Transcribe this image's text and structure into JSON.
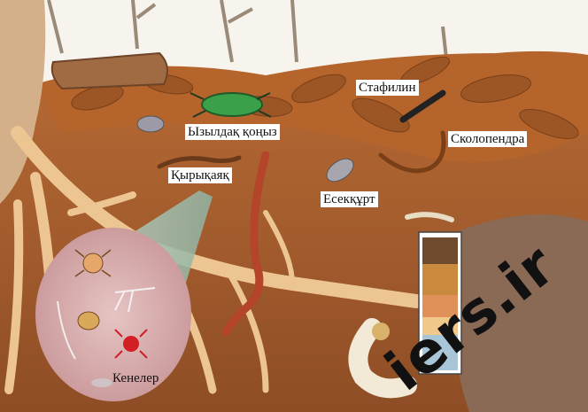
{
  "labels": {
    "stafilin": "Стафилин",
    "skolopendra": "Сколопендра",
    "yzyldak_konyz": "Ызылдақ қоңыз",
    "kyrykayak": "Қырықаяқ",
    "esekkurt": "Есекқұрт",
    "keneler": "Кенелер"
  },
  "watermark": "iers.ir",
  "colors": {
    "sky": "#f7f4ee",
    "soil": "#a8612f",
    "soil_dark": "#7c4220",
    "leaf_litter": "#b5652c",
    "root": "#ecc592",
    "worm": "#b4452a",
    "magnifier": "#d7a7a8",
    "beetle": "#3aa04a",
    "label_bg": "#ffffff"
  }
}
